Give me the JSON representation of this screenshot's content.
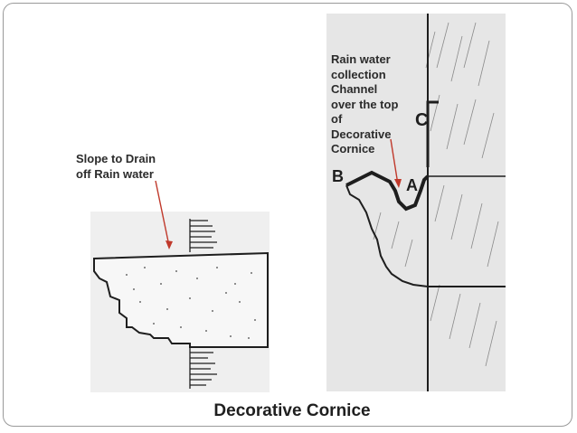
{
  "slide": {
    "title": "Decorative Cornice",
    "callouts": {
      "slope": "Slope to Drain\noff Rain water",
      "channel": "Rain water\ncollection\nChannel\nover the top\nof\nDecorative\nCornice"
    },
    "drawing_letters": {
      "a": "A",
      "b": "B",
      "c": "C"
    }
  },
  "colors": {
    "arrow": "#c0392b",
    "ink": "#1e1e1e",
    "text": "#2b2b2b"
  }
}
